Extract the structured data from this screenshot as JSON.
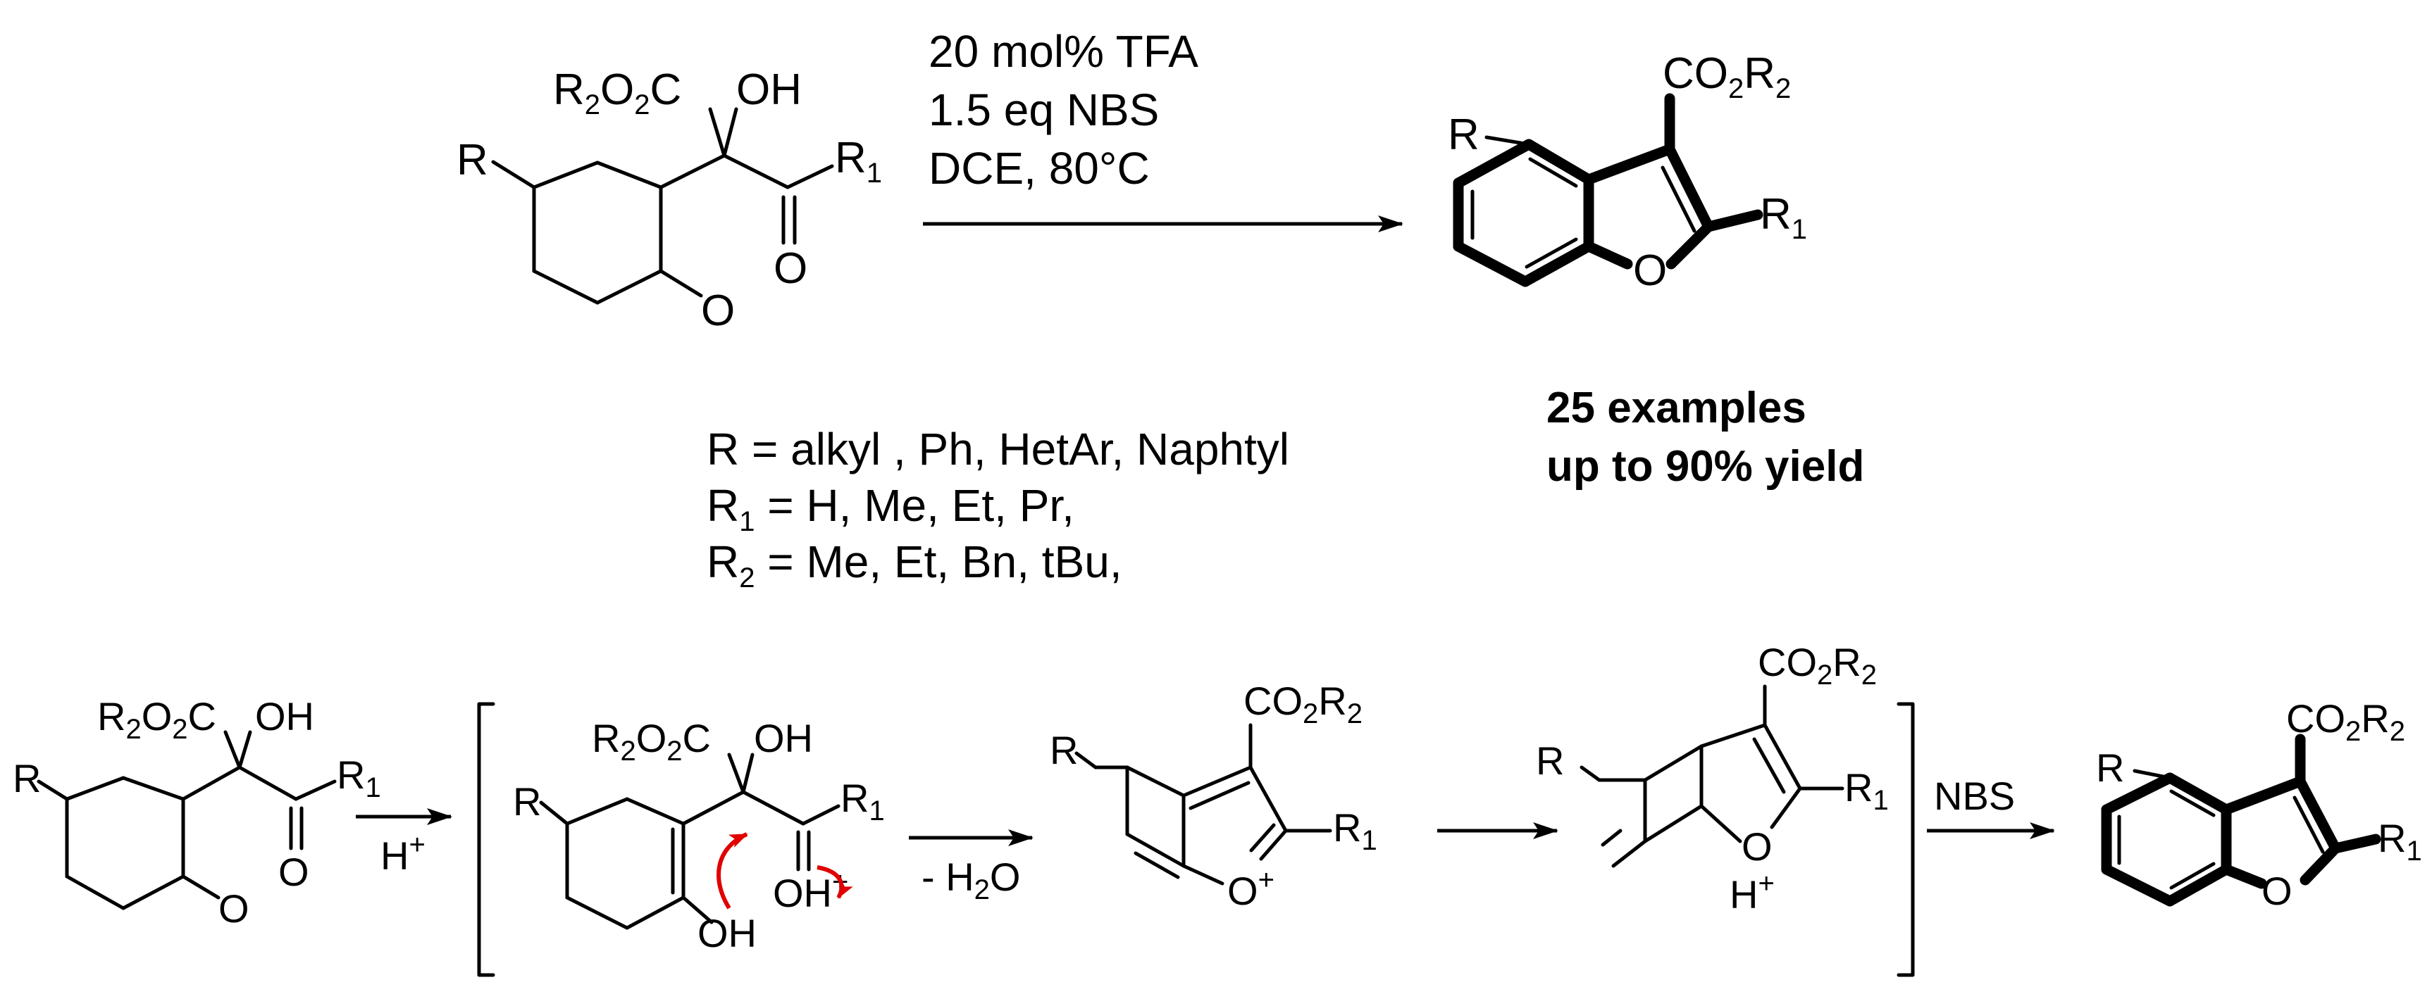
{
  "scheme": {
    "main_reaction": {
      "conditions": [
        "20  mol% TFA",
        "1.5 eq NBS",
        "DCE, 80°C"
      ],
      "results": [
        "25 examples",
        "up to 90% yield"
      ]
    },
    "substituent_scope": {
      "R": "R = alkyl , Ph, HetAr, Naphtyl",
      "R1": " = H, Me, Et, Pr,",
      "R2": " = Me, Et, Bn, tBu,"
    },
    "mechanism": {
      "acid_label": "H",
      "dehydration_label": "- H",
      "dehydration_tail": "O",
      "oxidant_label": "NBS"
    },
    "labels": {
      "R": "R",
      "R1": "R",
      "sub1": "1",
      "sub2": "2",
      "O": "O",
      "OH": "OH",
      "CO2R2": "CO",
      "R2O2C": "R",
      "plus": "+"
    },
    "colors": {
      "ink": "#000000",
      "curved_arrow": "#e00000"
    }
  }
}
